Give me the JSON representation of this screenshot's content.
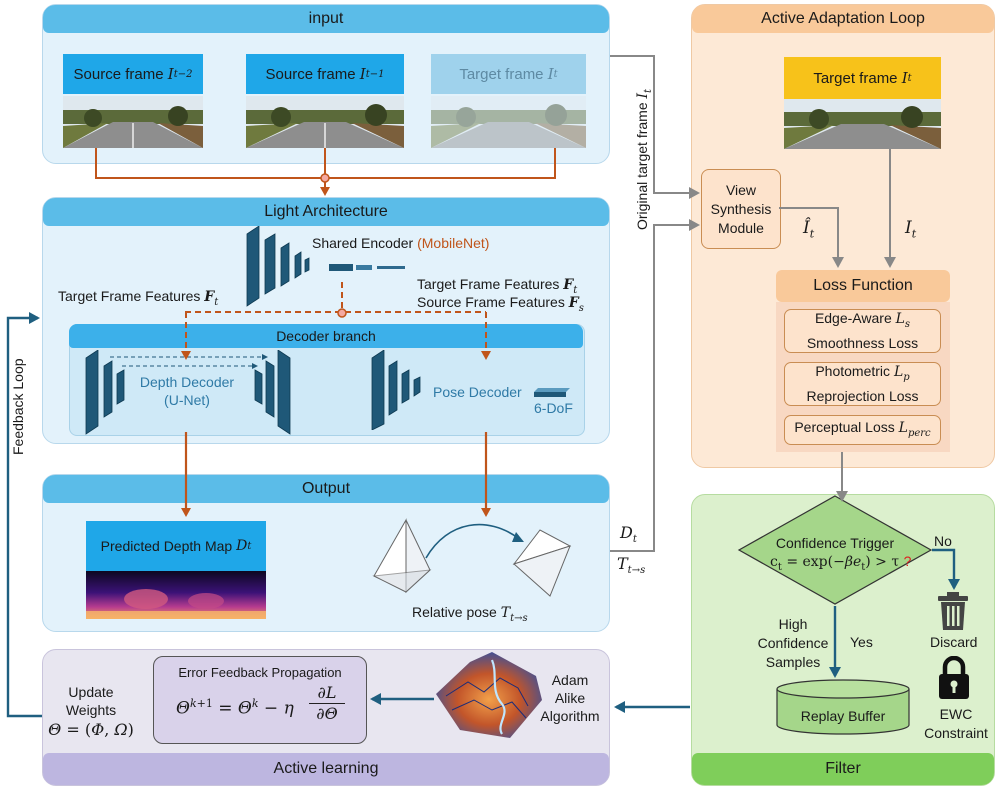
{
  "panels": {
    "input": {
      "title": "input"
    },
    "light": {
      "title": "Light Architecture"
    },
    "output": {
      "title": "Output"
    },
    "active_learning": {
      "title": "Active learning"
    },
    "adaptation": {
      "title": "Active Adaptation Loop"
    },
    "filter": {
      "title": "Filter"
    }
  },
  "input": {
    "frames": [
      {
        "label": "Source frame",
        "math": "I",
        "sub": "t−2"
      },
      {
        "label": "Source frame",
        "math": "I",
        "sub": "t−1"
      },
      {
        "label": "Target frame",
        "math": "I",
        "sub": "t"
      }
    ]
  },
  "light": {
    "encoder_label": "Shared Encoder",
    "encoder_note": "(MobileNet)",
    "target_features_left": "Target Frame Features",
    "target_features_right": "Target Frame Features",
    "source_features_right": "Source Frame Features",
    "decoder_branch": "Decoder branch",
    "depth_decoder": "Depth Decoder",
    "depth_decoder_note": "(U-Net)",
    "pose_decoder": "Pose Decoder",
    "pose_dof": "6-DoF"
  },
  "output": {
    "depth_map_label": "Predicted Depth Map",
    "relative_pose_label": "Relative pose"
  },
  "side_labels": {
    "original_target": "Original target frame",
    "feedback_loop": "Feedback Loop",
    "dt": "D",
    "tts": "T"
  },
  "adaptation": {
    "target_frame": "Target frame",
    "view_synthesis": [
      "View",
      "Synthesis",
      "Module"
    ],
    "loss_function": "Loss Function",
    "losses": [
      {
        "line1": "Edge-Aware",
        "line2": "Smoothness Loss"
      },
      {
        "line1": "Photometric",
        "line2": "Reprojection Loss"
      },
      {
        "line1": "Perceptual Loss",
        "line2": ""
      }
    ]
  },
  "filter": {
    "trigger_title": "Confidence Trigger",
    "no": "No",
    "yes": "Yes",
    "high_conf": [
      "High",
      "Confidence",
      "Samples"
    ],
    "discard": "Discard",
    "ewc": [
      "EWC",
      "Constraint"
    ],
    "replay_buffer": "Replay Buffer"
  },
  "active": {
    "update_weights": [
      "Update",
      "Weights"
    ],
    "error_feedback": "Error Feedback Propagation",
    "adam": [
      "Adam",
      "Alike",
      "Algorithm"
    ]
  },
  "colors": {
    "blue_header": "#5bbce8",
    "blue_panel": "#e4f2fb",
    "orange_arrow": "#c0551b",
    "teal_arrow": "#1f5f80",
    "gray_arrow": "#888888",
    "adapt_bg": "#fde8d4",
    "adapt_header": "#f9c99a",
    "filter_bg": "#d9efc8",
    "filter_header": "#7fce5a",
    "active_bg": "#e7e5ef",
    "active_header": "#bdb6e0",
    "target_yellow": "#f7c21a"
  }
}
